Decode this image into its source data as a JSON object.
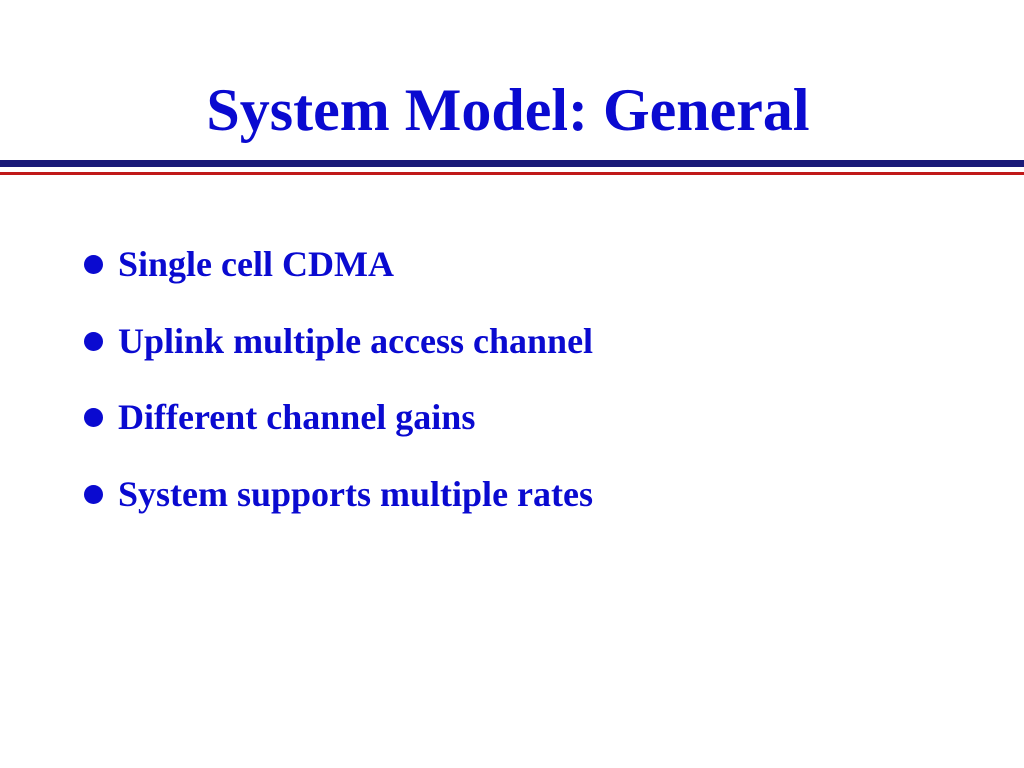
{
  "colors": {
    "text": "#0a0ad0",
    "rule_navy": "#1a1a78",
    "rule_red": "#c01818",
    "background": "#ffffff"
  },
  "slide": {
    "title": "System Model: General",
    "bullet_icon": "filled-circle-bullet",
    "bullets": [
      "Single cell CDMA",
      "Uplink multiple access channel",
      "Different channel gains",
      "System supports multiple rates"
    ]
  }
}
